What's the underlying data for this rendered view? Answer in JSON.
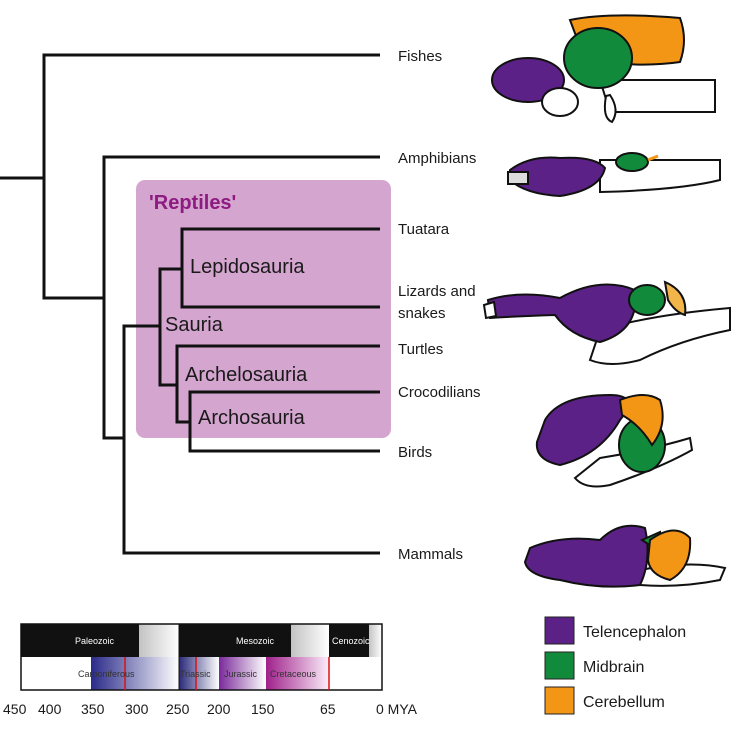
{
  "tree": {
    "group_label": "'Reptiles'",
    "group_color": "#d4a5cf",
    "group_label_color": "#8e1b82",
    "taxa": [
      "Fishes",
      "Amphibians",
      "Tuatara",
      "Lizards and",
      "snakes",
      "Turtles",
      "Crocodilians",
      "Birds",
      "Mammals"
    ],
    "clades": [
      "Lepidosauria",
      "Sauria",
      "Archelosauria",
      "Archosauria"
    ]
  },
  "timeline": {
    "eras": [
      "Paleozoic",
      "Mesozoic",
      "Cenozoic"
    ],
    "periods": [
      "Carboniferous",
      "Triassic",
      "Jurassic",
      "Cretaceous"
    ],
    "ticks": [
      "450",
      "400",
      "350",
      "300",
      "250",
      "200",
      "150",
      "65",
      "0 MYA"
    ]
  },
  "legend": {
    "items": [
      {
        "label": "Telencephalon",
        "color": "#5b2186"
      },
      {
        "label": "Midbrain",
        "color": "#118a3c"
      },
      {
        "label": "Cerebellum",
        "color": "#f39515"
      }
    ]
  }
}
